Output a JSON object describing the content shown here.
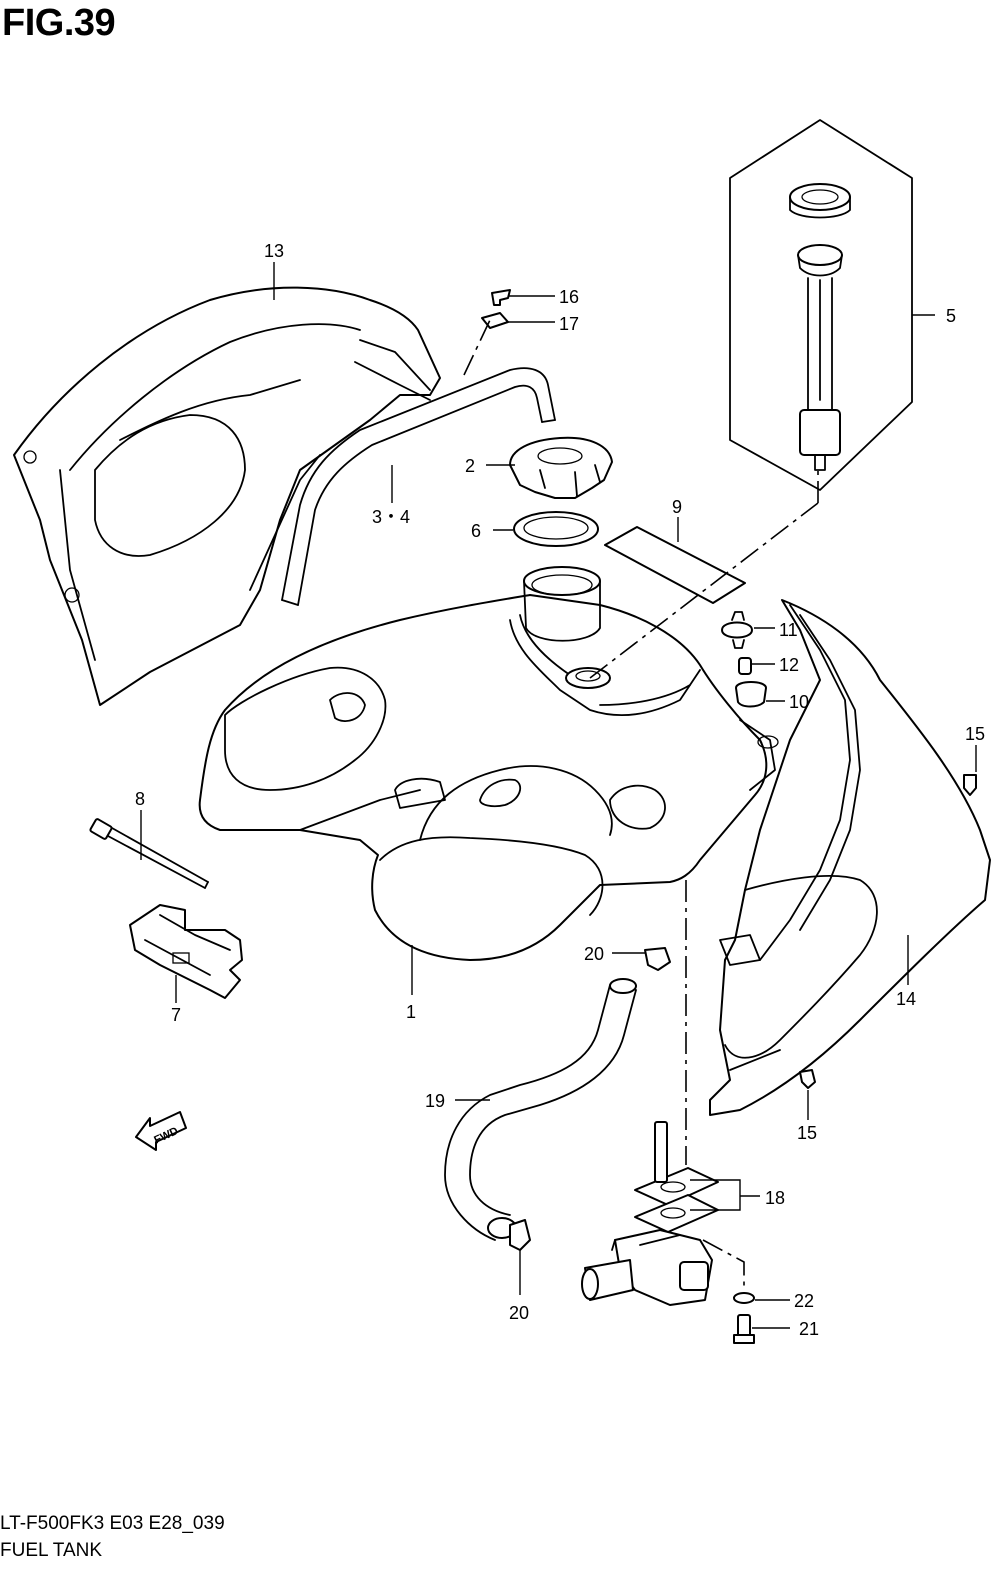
{
  "figure_title": "FIG.39",
  "footer": {
    "model_code": "LT-F500FK3 E03 E28_039",
    "section_name": "FUEL TANK"
  },
  "direction_arrow": "FWD",
  "callouts": {
    "c1": "1",
    "c2": "2",
    "c3_4": "3・4",
    "c5": "5",
    "c6": "6",
    "c7": "7",
    "c8": "8",
    "c9": "9",
    "c10": "10",
    "c11": "11",
    "c12": "12",
    "c13": "13",
    "c14": "14",
    "c15a": "15",
    "c15b": "15",
    "c16": "16",
    "c17": "17",
    "c18": "18",
    "c19": "19",
    "c20a": "20",
    "c20b": "20",
    "c21": "21",
    "c22": "22"
  }
}
